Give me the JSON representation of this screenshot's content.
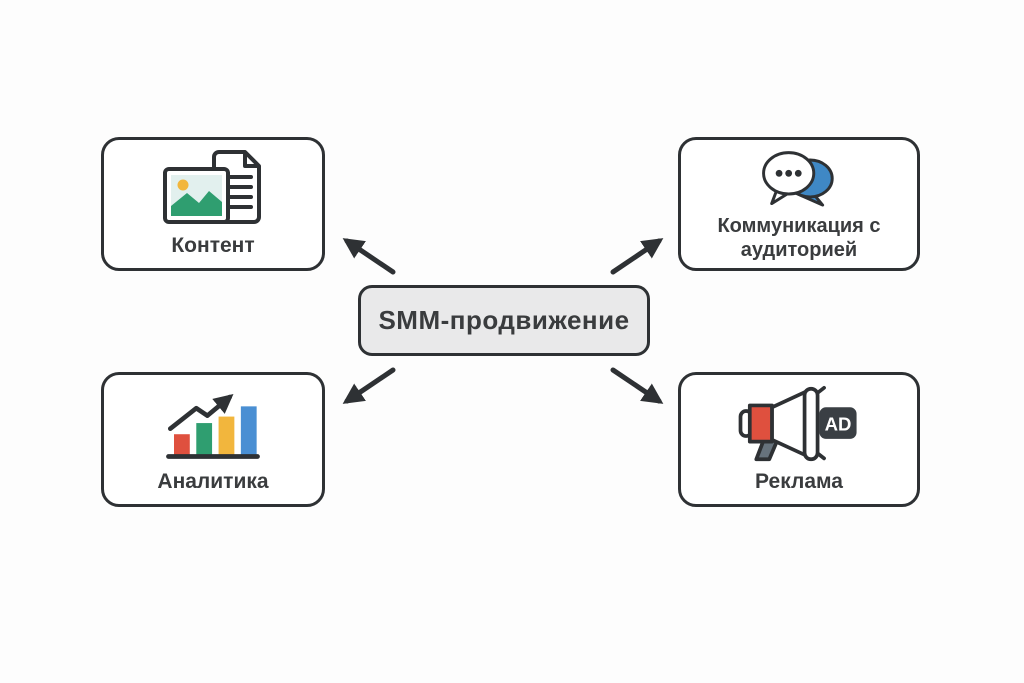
{
  "diagram": {
    "center": {
      "label": "SMM-продвижение"
    },
    "nodes": [
      {
        "id": "content",
        "label": "Контент",
        "icon": "image-document-icon",
        "position": "top-left"
      },
      {
        "id": "communication",
        "label": "Коммуникация с аудиторией",
        "icon": "chat-bubbles-icon",
        "position": "top-right"
      },
      {
        "id": "analytics",
        "label": "Аналитика",
        "icon": "growth-bar-chart-icon",
        "position": "bottom-left"
      },
      {
        "id": "advertising",
        "label": "Реклама",
        "icon": "megaphone-ad-icon",
        "position": "bottom-right",
        "badge": "AD"
      }
    ]
  },
  "colors": {
    "page_bg": "#fdfdfd",
    "outline": "#2e3134",
    "text": "#3a3c3e",
    "node_bg": "#ffffff",
    "center_bg": "#e9e9ea",
    "red": "#df503e",
    "green": "#2f9e70",
    "yellow": "#f2b63d",
    "blue": "#4a8fd3",
    "bubble_blue": "#3f88c5",
    "photo_sky": "#e2f0ee",
    "handle_gray": "#67737d",
    "badge_bg": "#3a3f44",
    "badge_text": "#ffffff"
  }
}
